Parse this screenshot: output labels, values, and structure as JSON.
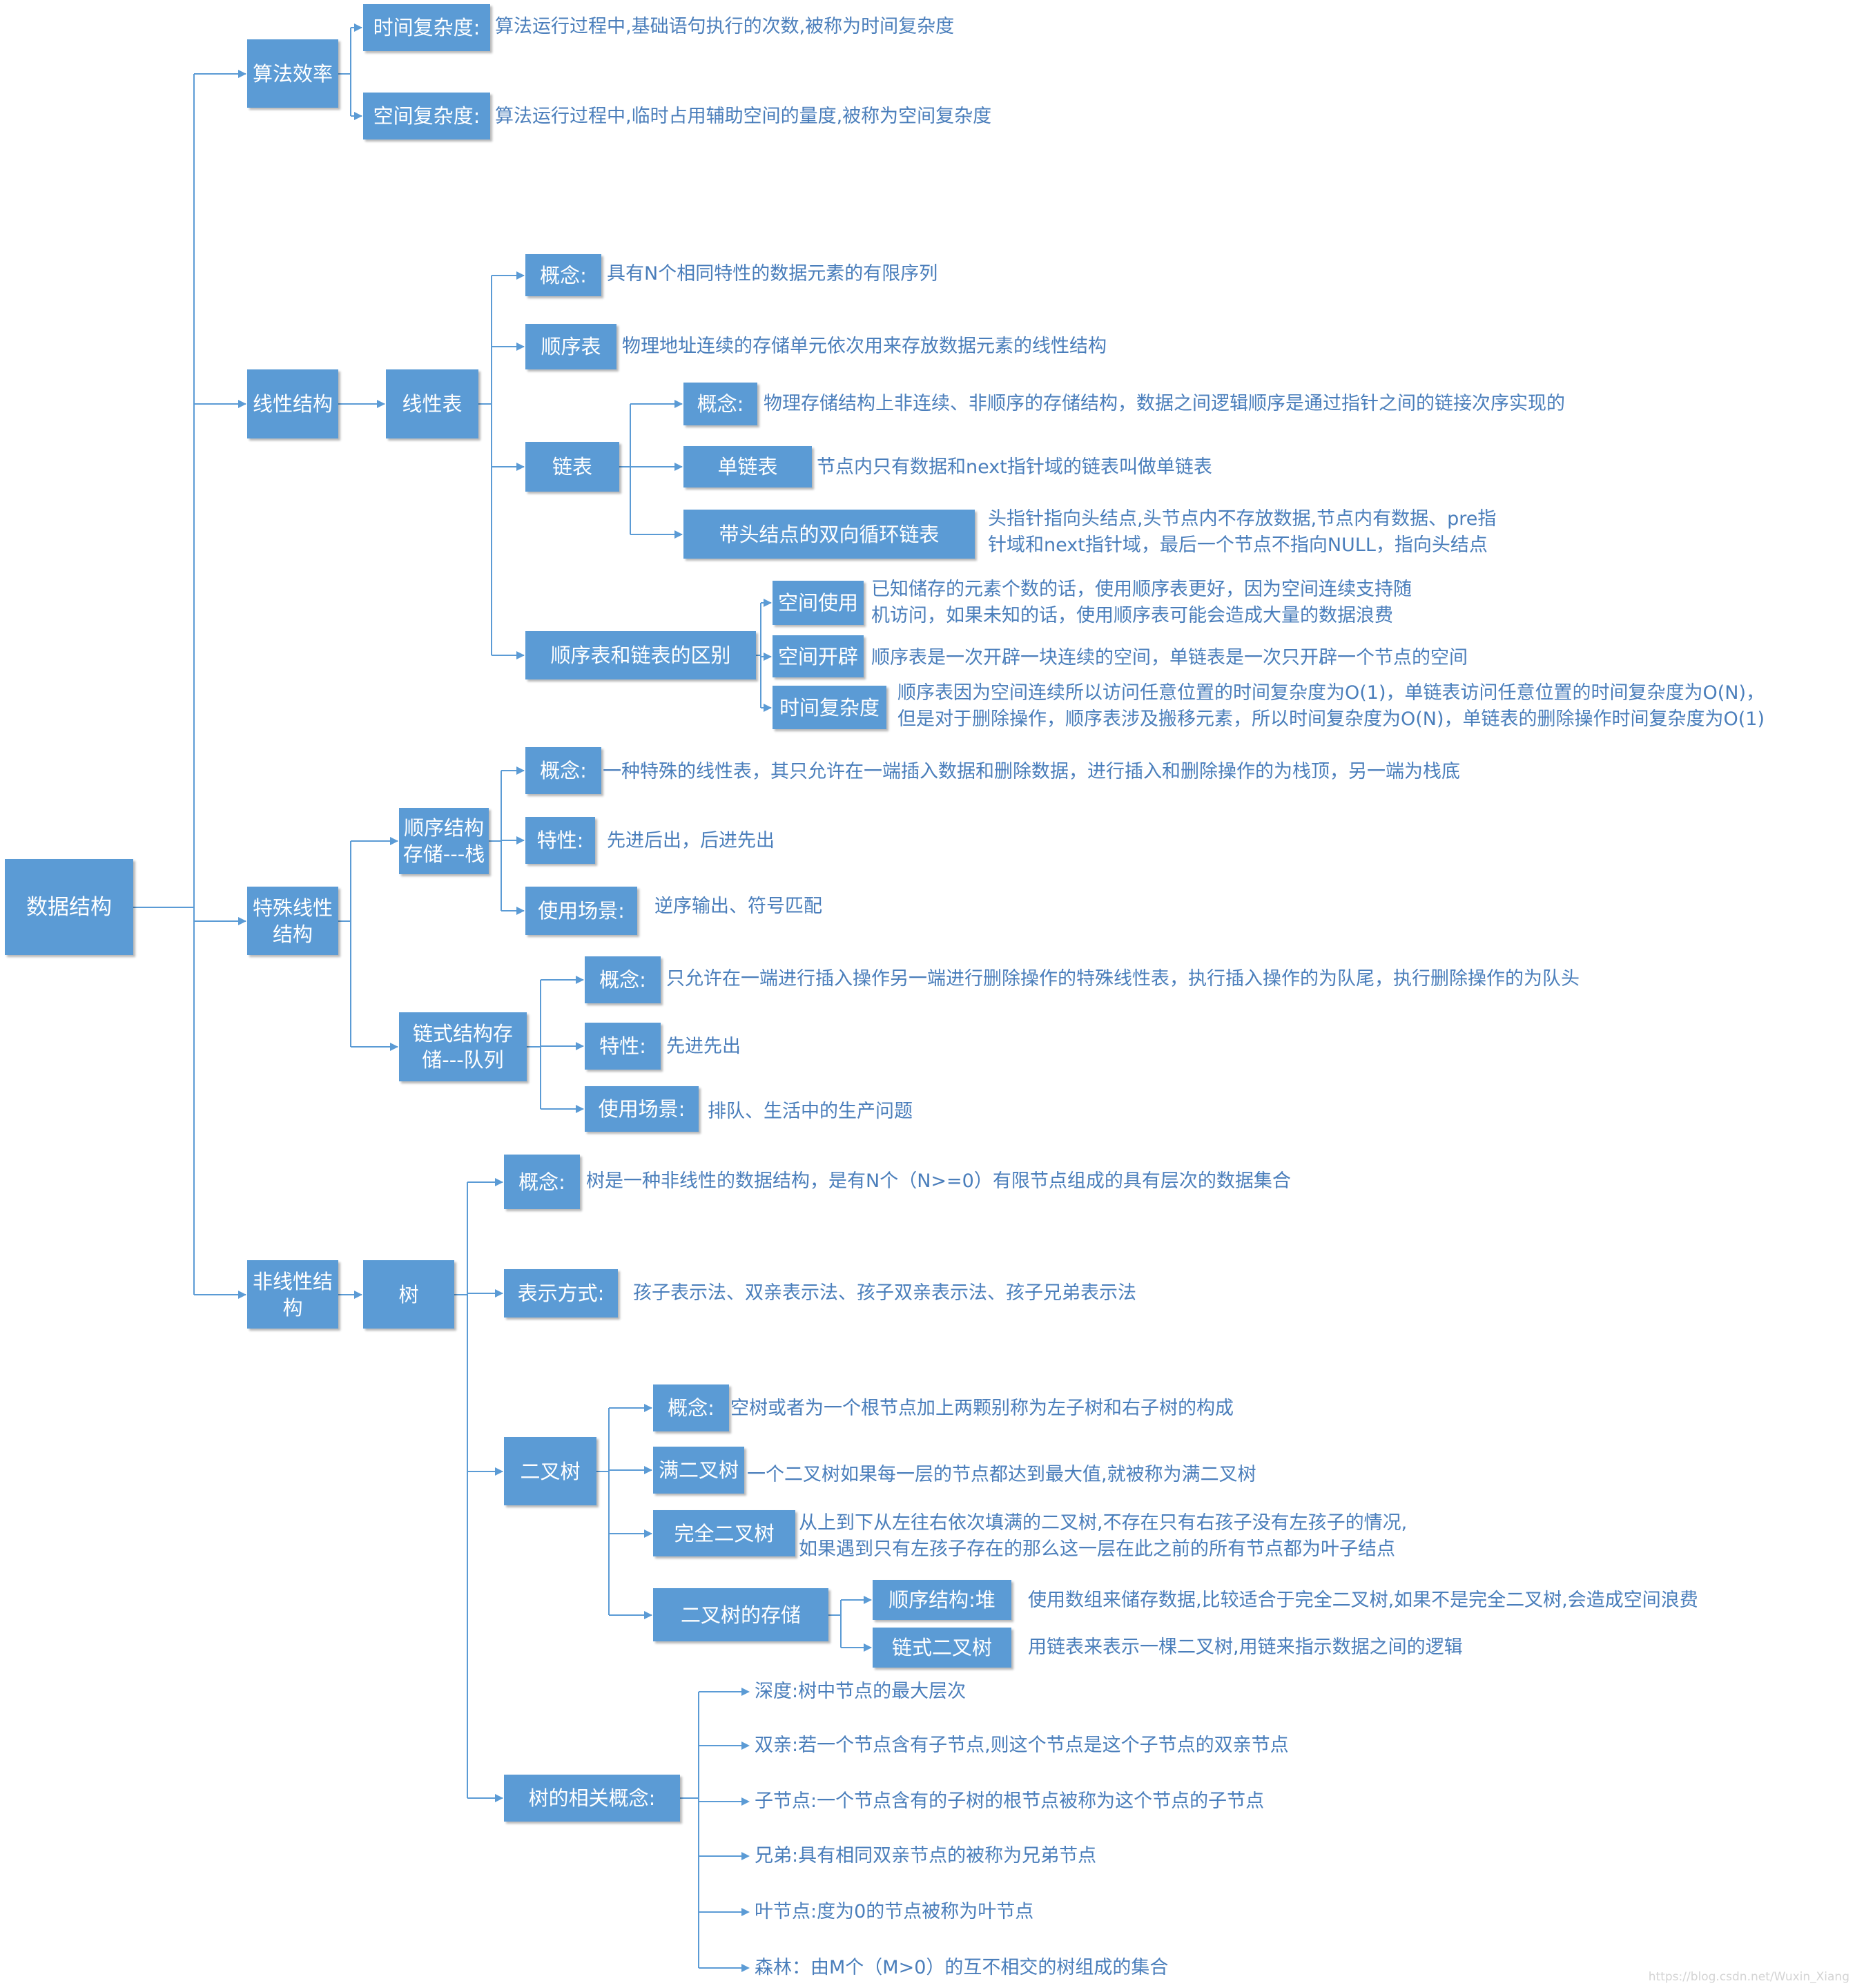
{
  "root": {
    "label": "数据结构"
  },
  "alg": {
    "label": "算法效率",
    "time": {
      "label": "时间复杂度:",
      "desc": "算法运行过程中,基础语句执行的次数,被称为时间复杂度"
    },
    "space": {
      "label": "空间复杂度:",
      "desc": "算法运行过程中,临时占用辅助空间的量度,被称为空间复杂度"
    }
  },
  "linear": {
    "label": "线性结构",
    "table": {
      "label": "线性表",
      "concept": {
        "label": "概念:",
        "desc": "具有N个相同特性的数据元素的有限序列"
      },
      "seq": {
        "label": "顺序表",
        "desc": "物理地址连续的存储单元依次用来存放数据元素的线性结构"
      },
      "linked": {
        "label": "链表",
        "concept": {
          "label": "概念:",
          "desc": "物理存储结构上非连续、非顺序的存储结构，数据之间逻辑顺序是通过指针之间的链接次序实现的"
        },
        "single": {
          "label": "单链表",
          "desc": "节点内只有数据和next指针域的链表叫做单链表"
        },
        "double": {
          "label": "带头结点的双向循环链表",
          "desc": "头指针指向头结点,头节点内不存放数据,节点内有数据、pre指\n针域和next指针域，最后一个节点不指向NULL，指向头结点"
        }
      },
      "diff": {
        "label": "顺序表和链表的区别",
        "space_use": {
          "label": "空间使用",
          "desc": "已知储存的元素个数的话，使用顺序表更好，因为空间连续支持随\n机访问，如果未知的话，使用顺序表可能会造成大量的数据浪费"
        },
        "space_alloc": {
          "label": "空间开辟",
          "desc": "顺序表是一次开辟一块连续的空间，单链表是一次只开辟一个节点的空间"
        },
        "time": {
          "label": "时间复杂度",
          "desc": "顺序表因为空间连续所以访问任意位置的时间复杂度为O(1)，单链表访问任意位置的时间复杂度为O(N)，\n但是对于删除操作，顺序表涉及搬移元素，所以时间复杂度为O(N)，单链表的删除操作时间复杂度为O(1)"
        }
      }
    }
  },
  "special": {
    "label": "特殊线性\n结构",
    "stack": {
      "label": "顺序结构\n存储---栈",
      "concept": {
        "label": "概念:",
        "desc": "一种特殊的线性表，其只允许在一端插入数据和删除数据，进行插入和删除操作的为栈顶，另一端为栈底"
      },
      "feature": {
        "label": "特性:",
        "desc": "先进后出，后进先出"
      },
      "usage": {
        "label": "使用场景:",
        "desc": "逆序输出、符号匹配"
      }
    },
    "queue": {
      "label": "链式结构存\n储---队列",
      "concept": {
        "label": "概念:",
        "desc": "只允许在一端进行插入操作另一端进行删除操作的特殊线性表，执行插入操作的为队尾，执行删除操作的为队头"
      },
      "feature": {
        "label": "特性:",
        "desc": "先进先出"
      },
      "usage": {
        "label": "使用场景:",
        "desc": "排队、生活中的生产问题"
      }
    }
  },
  "nonlinear": {
    "label": "非线性结\n构",
    "tree": {
      "label": "树",
      "concept": {
        "label": "概念:",
        "desc": "树是一种非线性的数据结构，是有N个（N>=0）有限节点组成的具有层次的数据集合"
      },
      "repr": {
        "label": "表示方式:",
        "desc": "孩子表示法、双亲表示法、孩子双亲表示法、孩子兄弟表示法"
      },
      "binary": {
        "label": "二叉树",
        "concept": {
          "label": "概念:",
          "desc": "空树或者为一个根节点加上两颗别称为左子树和右子树的构成"
        },
        "full": {
          "label": "满二叉树",
          "desc": "一个二叉树如果每一层的节点都达到最大值,就被称为满二叉树"
        },
        "complete": {
          "label": "完全二叉树",
          "desc": "从上到下从左往右依次填满的二叉树,不存在只有右孩子没有左孩子的情况,\n如果遇到只有左孩子存在的那么这一层在此之前的所有节点都为叶子结点"
        },
        "storage": {
          "label": "二叉树的存储",
          "heap": {
            "label": "顺序结构:堆",
            "desc": "使用数组来储存数据,比较适合于完全二叉树,如果不是完全二叉树,会造成空间浪费"
          },
          "linked": {
            "label": "链式二叉树",
            "desc": "用链表来表示一棵二叉树,用链来指示数据之间的逻辑"
          }
        }
      },
      "related": {
        "label": "树的相关概念:",
        "items": [
          "深度:树中节点的最大层次",
          "双亲:若一个节点含有子节点,则这个节点是这个子节点的双亲节点",
          "子节点:一个节点含有的子树的根节点被称为这个节点的子节点",
          "兄弟:具有相同双亲节点的被称为兄弟节点",
          "叶节点:度为0的节点被称为叶节点",
          "森林：由M个（M>0）的互不相交的树组成的集合"
        ]
      }
    }
  },
  "watermark": "https://blog.csdn.net/Wuxin_Xiang",
  "colors": {
    "node": "#5b9bd5",
    "line": "#5b9bd5",
    "text": "#4a7ebb"
  }
}
